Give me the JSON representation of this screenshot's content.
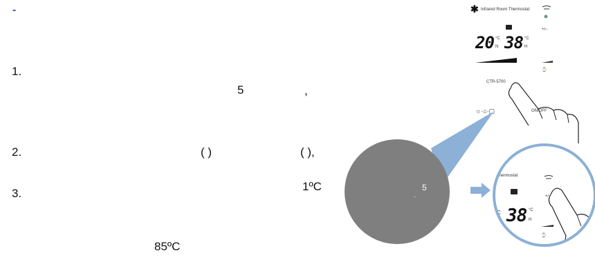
{
  "colors": {
    "bullet": "#1f5fc9",
    "callout_circle": "#7f7f7f",
    "callout_ring": "#8cb0d6",
    "arrow": "#8cb0d6"
  },
  "text": {
    "dash": "-",
    "item1": "1.",
    "item1_value": "5",
    "item1_comma": ",",
    "item2": "2.",
    "item2_paren1": "( )",
    "item2_paren2": "( ),",
    "item2_value": "1ºC",
    "item3": "3.",
    "item3_value": "85ºC"
  },
  "thermostat": {
    "brand": "Infrared Room Thermostat",
    "model": "CTR-5700",
    "left_temp": "20",
    "left_temp_unit": "°C",
    "left_temp_sub": "N",
    "right_temp": "38",
    "right_temp_unit": "°C",
    "right_temp_sub": "H",
    "plus_minus": "+/−",
    "onoff": "ON/OFF",
    "mode_icons": "☼·⌂·▢"
  },
  "callout": {
    "number": "5",
    "dot": ".",
    "right_temp": "38",
    "right_temp_unit": "°C",
    "right_temp_sub": "H",
    "label": "Thermostat",
    "plus": "+/",
    "left_fragment": "C"
  },
  "icons": [
    "snowflake-icon",
    "swing-icon",
    "indicator-dot-icon",
    "clock-icon",
    "key-lock-icon",
    "hand-pointer-icon",
    "right-arrow-icon"
  ]
}
